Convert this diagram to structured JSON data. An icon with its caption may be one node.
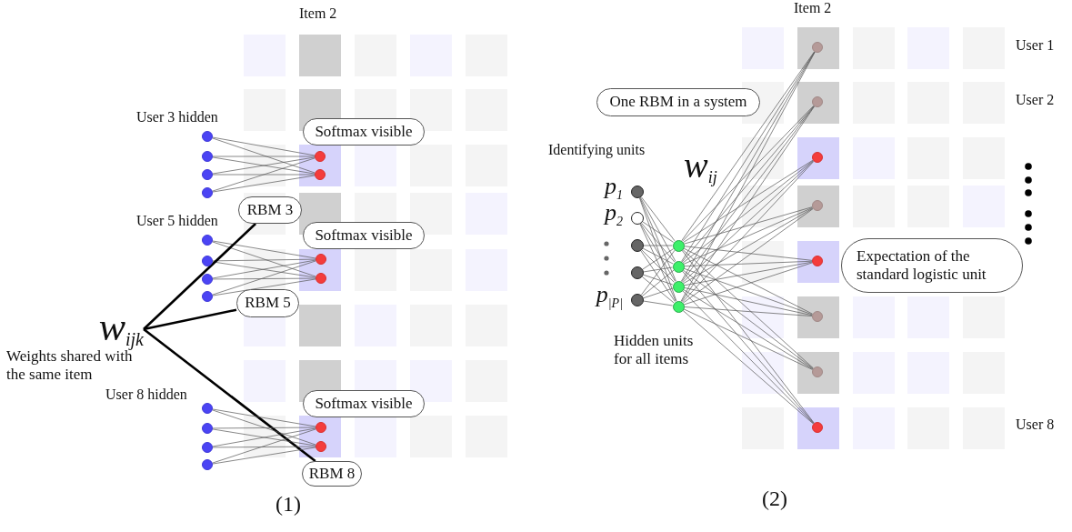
{
  "diagram": {
    "nodes": [
      {
        "text": [
          "Softmax visible"
        ]
      },
      {
        "text": [],
        "shape": "circle"
      },
      {
        "text": [],
        "shape": "circle"
      },
      {
        "text": [],
        "shape": "circle"
      },
      {
        "text": [],
        "shape": "circle"
      },
      {
        "text": [],
        "shape": "circle"
      },
      {
        "text": [],
        "shape": "circle"
      },
      {
        "text": [
          "RBM 3"
        ]
      },
      {
        "text": [
          "Softmax visible"
        ]
      },
      {
        "text": [],
        "shape": "circle"
      },
      {
        "text": [],
        "shape": "circle"
      },
      {
        "text": [],
        "shape": "circle"
      },
      {
        "text": [],
        "shape": "circle"
      },
      {
        "text": [],
        "shape": "circle"
      },
      {
        "text": [],
        "shape": "circle"
      },
      {
        "text": [
          "RBM 5"
        ]
      },
      {
        "text": [
          "w$_{ijk}$"
        ],
        "beside": [
          "Weights shared with the same  item"
        ]
      },
      {
        "text": [
          "Softmax visible"
        ]
      },
      {
        "text": [],
        "shape": "circle"
      },
      {
        "text": [],
        "shape": "circle"
      },
      {
        "text": [],
        "shape": "circle"
      },
      {
        "text": [],
        "shape": "circle"
      },
      {
        "text": [],
        "shape": "circle"
      },
      {
        "text": [],
        "shape": "circle"
      },
      {
        "text": [
          "RBM 8"
        ]
      },
      {
        "text": [
          "One RBM in a system"
        ]
      },
      {
        "text": [],
        "shape": "circle",
        "beside": [
          "p$_{1}$"
        ]
      },
      {
        "text": [],
        "shape": "circle",
        "beside": [
          "p$_{2}$"
        ]
      },
      {
        "text": [],
        "shape": "circle"
      },
      {
        "text": [],
        "shape": "circle"
      },
      {
        "text": [],
        "shape": "circle",
        "beside": [
          "p$_{|P|}$"
        ]
      },
      {
        "text": [],
        "shape": "circle"
      },
      {
        "text": [],
        "shape": "circle"
      },
      {
        "text": [],
        "shape": "circle"
      },
      {
        "text": [],
        "shape": "circle"
      },
      {
        "text": [],
        "shape": "circle"
      },
      {
        "text": [],
        "shape": "circle"
      },
      {
        "text": [],
        "shape": "circle"
      },
      {
        "text": [],
        "shape": "circle"
      },
      {
        "text": [],
        "shape": "circle"
      },
      {
        "text": [],
        "shape": "circle"
      },
      {
        "text": [],
        "shape": "circle"
      },
      {
        "text": [],
        "shape": "circle"
      },
      {
        "text": [
          "Expectation of the standard logistic unit"
        ]
      }
    ],
    "edges": [
      {
        "from": 1,
        "to": 5,
        "arrow": "none"
      },
      {
        "from": 1,
        "to": 6,
        "arrow": "none"
      },
      {
        "from": 2,
        "to": 5,
        "arrow": "none"
      },
      {
        "from": 2,
        "to": 6,
        "arrow": "none"
      },
      {
        "from": 3,
        "to": 5,
        "arrow": "none"
      },
      {
        "from": 3,
        "to": 6,
        "arrow": "none"
      },
      {
        "from": 4,
        "to": 5,
        "arrow": "none"
      },
      {
        "from": 4,
        "to": 6,
        "arrow": "none"
      },
      {
        "from": 9,
        "to": 13,
        "arrow": "none"
      },
      {
        "from": 9,
        "to": 14,
        "arrow": "none"
      },
      {
        "from": 10,
        "to": 13,
        "arrow": "none"
      },
      {
        "from": 10,
        "to": 14,
        "arrow": "none"
      },
      {
        "from": 11,
        "to": 13,
        "arrow": "none"
      },
      {
        "from": 11,
        "to": 14,
        "arrow": "none"
      },
      {
        "from": 12,
        "to": 13,
        "arrow": "none"
      },
      {
        "from": 12,
        "to": 14,
        "arrow": "none"
      },
      {
        "from": 16,
        "to": 7,
        "arrow": "none",
        "style": "thick",
        "color": "#000000"
      },
      {
        "from": 16,
        "to": 15,
        "arrow": "none",
        "style": "thick",
        "color": "#000000"
      },
      {
        "from": 16,
        "to": 24,
        "arrow": "none",
        "style": "thick",
        "color": "#000000"
      },
      {
        "from": 18,
        "to": 22,
        "arrow": "none"
      },
      {
        "from": 18,
        "to": 23,
        "arrow": "none"
      },
      {
        "from": 19,
        "to": 22,
        "arrow": "none"
      },
      {
        "from": 19,
        "to": 23,
        "arrow": "none"
      },
      {
        "from": 20,
        "to": 22,
        "arrow": "none"
      },
      {
        "from": 20,
        "to": 23,
        "arrow": "none"
      },
      {
        "from": 21,
        "to": 22,
        "arrow": "none"
      },
      {
        "from": 21,
        "to": 23,
        "arrow": "none"
      },
      {
        "from": 26,
        "to": 31,
        "arrow": "none"
      },
      {
        "from": 26,
        "to": 32,
        "arrow": "none"
      },
      {
        "from": 26,
        "to": 33,
        "arrow": "none"
      },
      {
        "from": 26,
        "to": 34,
        "arrow": "none"
      },
      {
        "from": 27,
        "to": 31,
        "arrow": "none"
      },
      {
        "from": 27,
        "to": 32,
        "arrow": "none"
      },
      {
        "from": 27,
        "to": 33,
        "arrow": "none"
      },
      {
        "from": 27,
        "to": 34,
        "arrow": "none"
      },
      {
        "from": 28,
        "to": 31,
        "arrow": "none"
      },
      {
        "from": 28,
        "to": 32,
        "arrow": "none"
      },
      {
        "from": 28,
        "to": 33,
        "arrow": "none"
      },
      {
        "from": 28,
        "to": 34,
        "arrow": "none"
      },
      {
        "from": 29,
        "to": 31,
        "arrow": "none"
      },
      {
        "from": 29,
        "to": 32,
        "arrow": "none"
      },
      {
        "from": 29,
        "to": 33,
        "arrow": "none"
      },
      {
        "from": 29,
        "to": 34,
        "arrow": "none"
      },
      {
        "from": 30,
        "to": 31,
        "arrow": "none"
      },
      {
        "from": 30,
        "to": 32,
        "arrow": "none"
      },
      {
        "from": 30,
        "to": 33,
        "arrow": "none"
      },
      {
        "from": 30,
        "to": 34,
        "arrow": "none"
      },
      {
        "from": 31,
        "to": 35,
        "arrow": "none"
      },
      {
        "from": 31,
        "to": 36,
        "arrow": "none"
      },
      {
        "from": 31,
        "to": 37,
        "arrow": "none"
      },
      {
        "from": 31,
        "to": 38,
        "arrow": "none"
      },
      {
        "from": 31,
        "to": 39,
        "arrow": "none"
      },
      {
        "from": 31,
        "to": 40,
        "arrow": "none"
      },
      {
        "from": 31,
        "to": 41,
        "arrow": "none"
      },
      {
        "from": 31,
        "to": 42,
        "arrow": "none"
      },
      {
        "from": 32,
        "to": 35,
        "arrow": "none"
      },
      {
        "from": 32,
        "to": 36,
        "arrow": "none"
      },
      {
        "from": 32,
        "to": 37,
        "arrow": "none"
      },
      {
        "from": 32,
        "to": 38,
        "arrow": "none"
      },
      {
        "from": 32,
        "to": 39,
        "arrow": "none"
      },
      {
        "from": 32,
        "to": 40,
        "arrow": "none"
      },
      {
        "from": 32,
        "to": 41,
        "arrow": "none"
      },
      {
        "from": 32,
        "to": 42,
        "arrow": "none"
      },
      {
        "from": 33,
        "to": 35,
        "arrow": "none"
      },
      {
        "from": 33,
        "to": 36,
        "arrow": "none"
      },
      {
        "from": 33,
        "to": 37,
        "arrow": "none"
      },
      {
        "from": 33,
        "to": 38,
        "arrow": "none"
      },
      {
        "from": 33,
        "to": 39,
        "arrow": "none"
      },
      {
        "from": 33,
        "to": 40,
        "arrow": "none"
      },
      {
        "from": 33,
        "to": 41,
        "arrow": "none"
      },
      {
        "from": 33,
        "to": 42,
        "arrow": "none"
      },
      {
        "from": 34,
        "to": 35,
        "arrow": "none"
      },
      {
        "from": 34,
        "to": 36,
        "arrow": "none"
      },
      {
        "from": 34,
        "to": 37,
        "arrow": "none"
      },
      {
        "from": 34,
        "to": 38,
        "arrow": "none"
      },
      {
        "from": 34,
        "to": 39,
        "arrow": "none"
      },
      {
        "from": 34,
        "to": 40,
        "arrow": "none"
      },
      {
        "from": 34,
        "to": 41,
        "arrow": "none"
      },
      {
        "from": 34,
        "to": 42,
        "arrow": "none"
      }
    ],
    "labels": [
      "Item 2",
      "User 3 hidden",
      "User 5 hidden",
      "User 8 hidden",
      "(1)",
      "Item 2",
      "User 1",
      "User 2",
      "Identifying units",
      "w$_{ij}$",
      "Hidden units for all items",
      "User 8",
      "(2)"
    ]
  }
}
